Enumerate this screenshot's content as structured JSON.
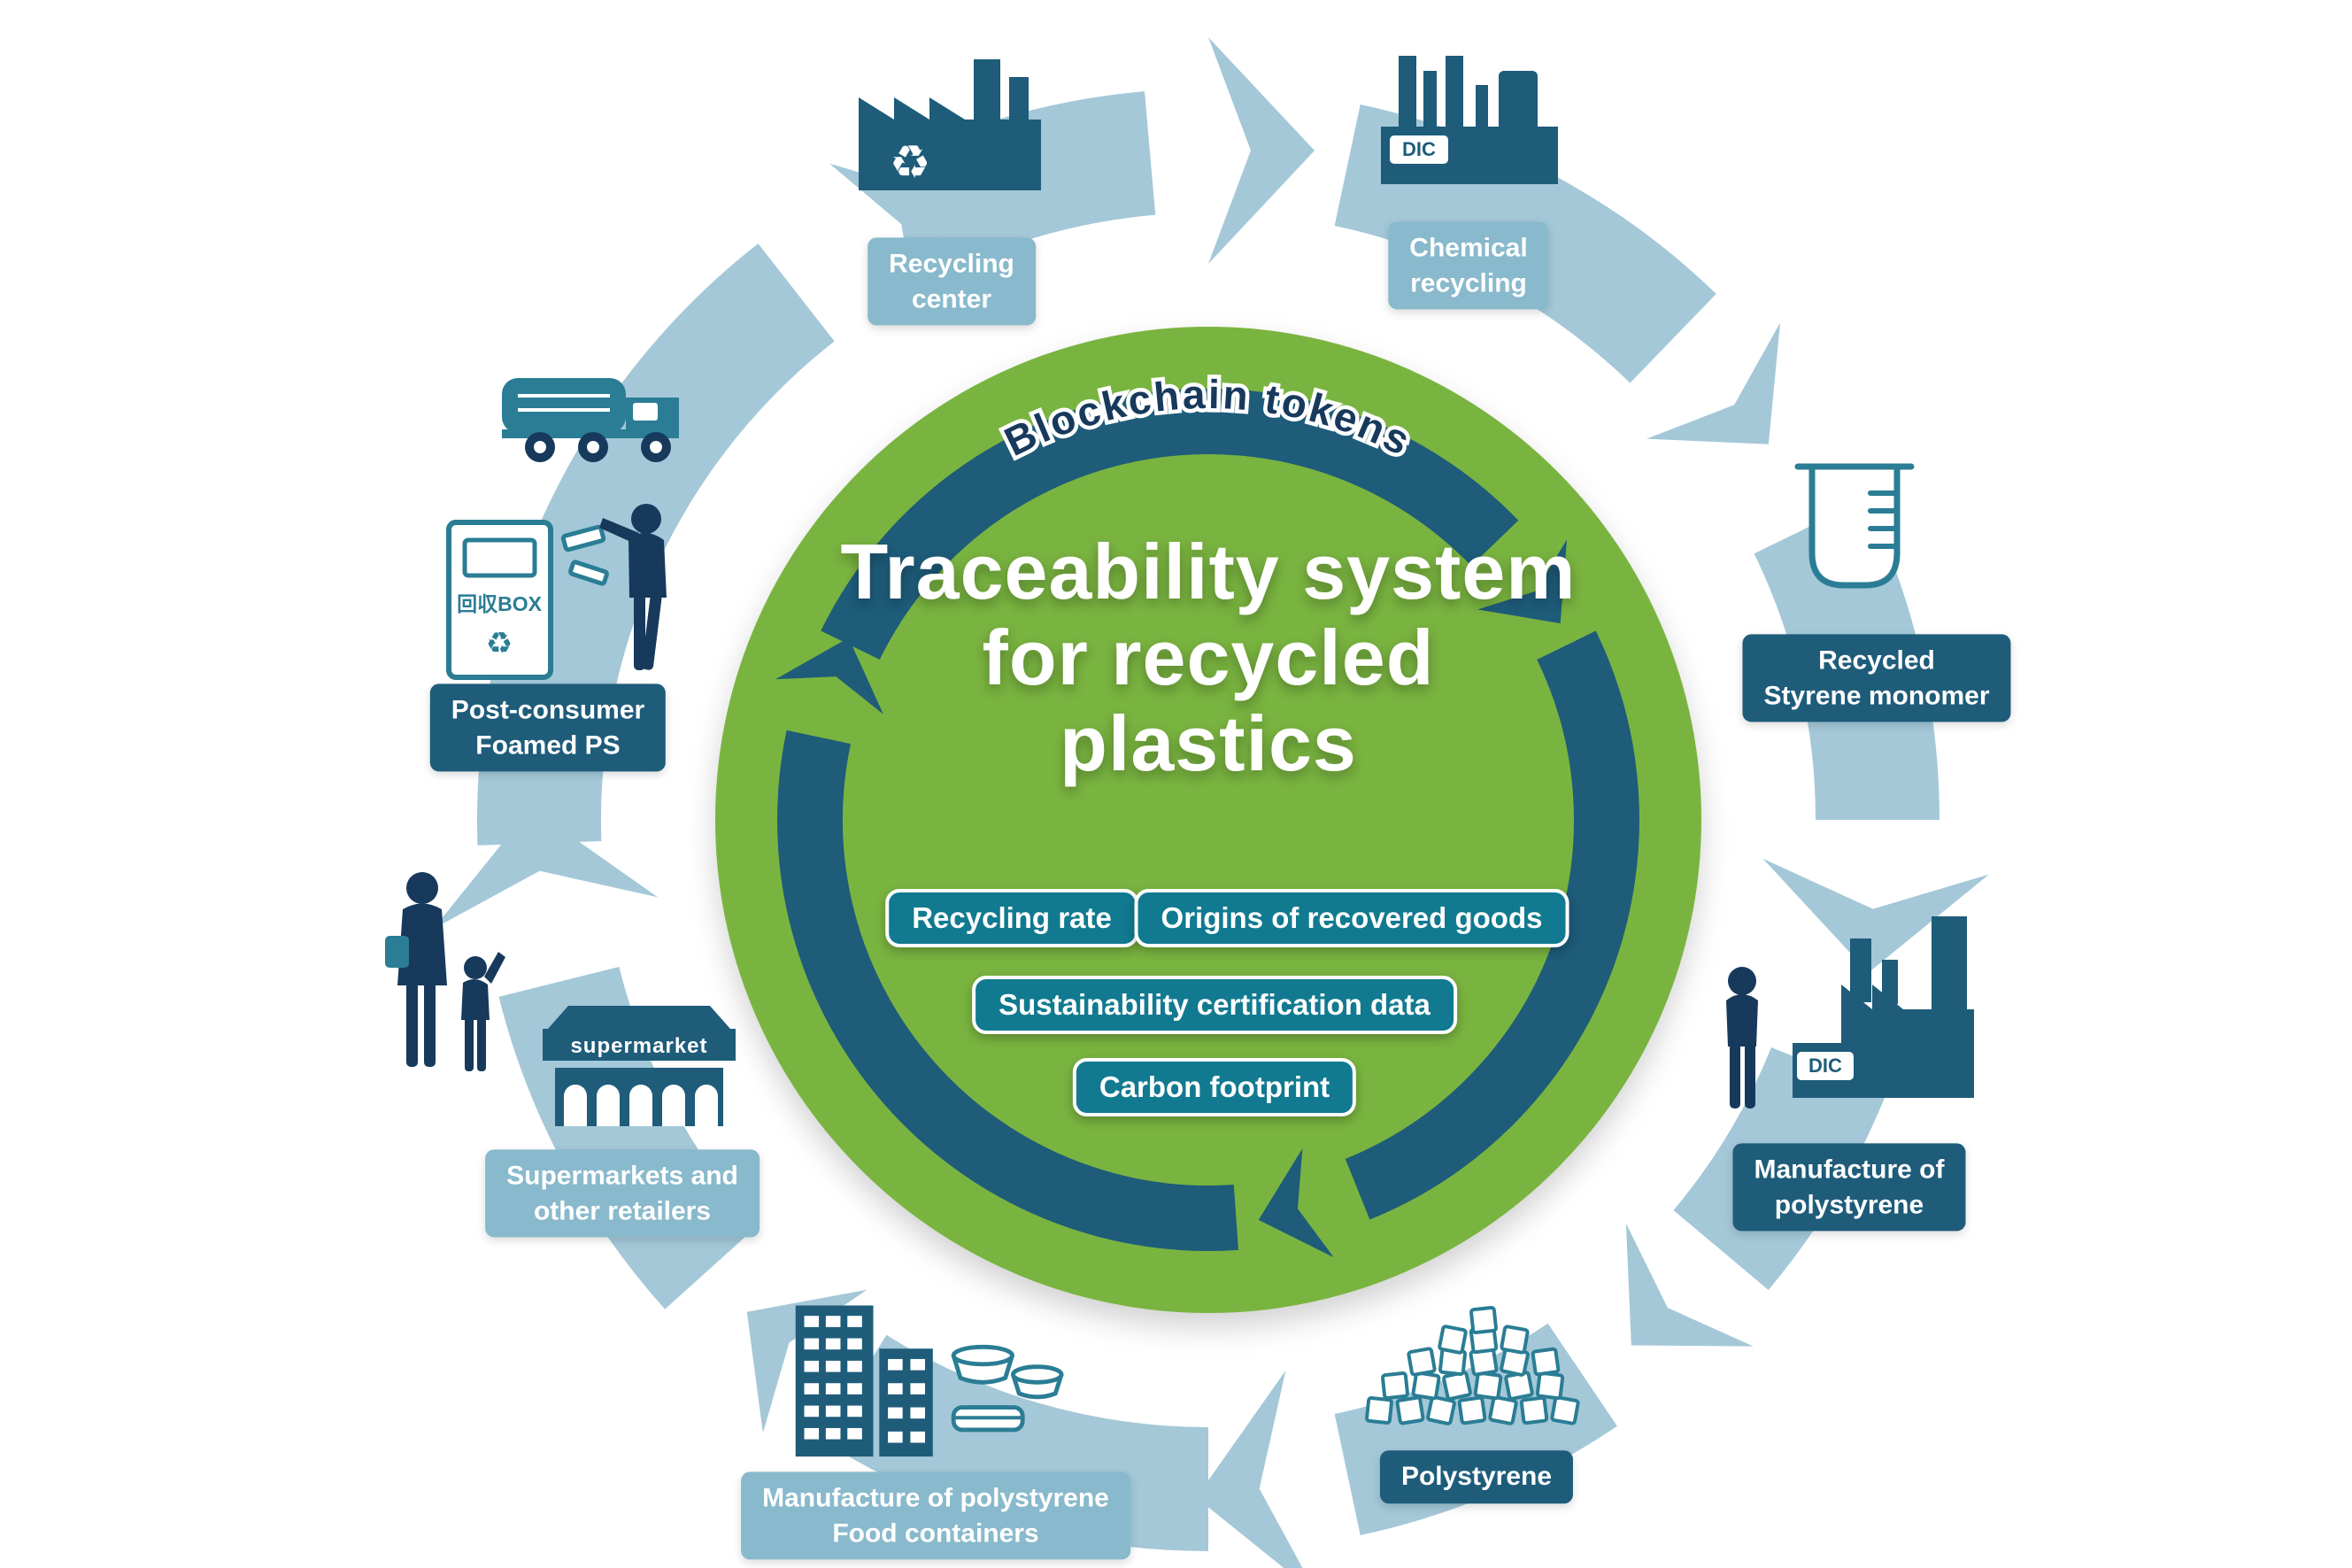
{
  "colors": {
    "background": "#ffffff",
    "green": "#7ab440",
    "ring_light": "#a4c8d8",
    "ring_dark": "#1e5c7a",
    "label_light": "#89b9cc",
    "label_dark": "#1e5c7a",
    "pill": "#117a90",
    "navy": "#17395c",
    "icon_teal": "#2a7d94"
  },
  "center": {
    "blockchain_label": "Blockchain tokens",
    "title_lines": [
      "Traceability system",
      "for recycled",
      "plastics"
    ],
    "pills": [
      "Recycling rate",
      "Origins of recovered goods",
      "Sustainability certification data",
      "Carbon footprint"
    ]
  },
  "stages": [
    {
      "id": "recycling-center",
      "label": "Recycling\ncenter",
      "style": "light"
    },
    {
      "id": "chemical-recycling",
      "label": "Chemical\nrecycling",
      "style": "light"
    },
    {
      "id": "recycled-styrene-monomer",
      "label": "Recycled\nStyrene monomer",
      "style": "dark"
    },
    {
      "id": "manufacture-polystyrene",
      "label": "Manufacture of\npolystyrene",
      "style": "dark"
    },
    {
      "id": "polystyrene",
      "label": "Polystyrene",
      "style": "dark"
    },
    {
      "id": "manufacture-food-containers",
      "label": "Manufacture of polystyrene\nFood containers",
      "style": "light"
    },
    {
      "id": "supermarkets-retailers",
      "label": "Supermarkets and\nother retailers",
      "style": "light"
    },
    {
      "id": "post-consumer-foamed-ps",
      "label": "Post-consumer\nFoamed PS",
      "style": "dark"
    }
  ],
  "icon_texts": {
    "dic": "DIC",
    "supermarket": "supermarket",
    "collection_box": "回収BOX",
    "recycle_glyph": "♻"
  }
}
